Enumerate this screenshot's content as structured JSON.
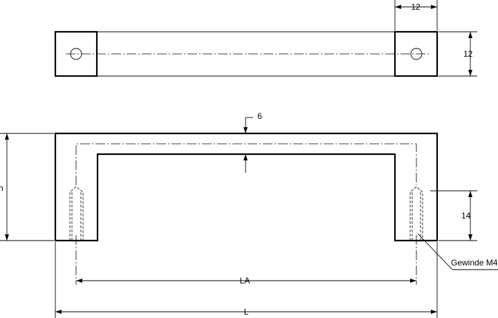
{
  "drawing": {
    "top_view": {
      "width_dim": "12",
      "height_dim": "12"
    },
    "front_view": {
      "thickness_dim": "6",
      "height_dim": "h",
      "thread_depth_dim": "14",
      "thread_callout": "Gewinde M4",
      "hole_spacing_dim": "LA",
      "overall_length_dim": "L"
    }
  }
}
